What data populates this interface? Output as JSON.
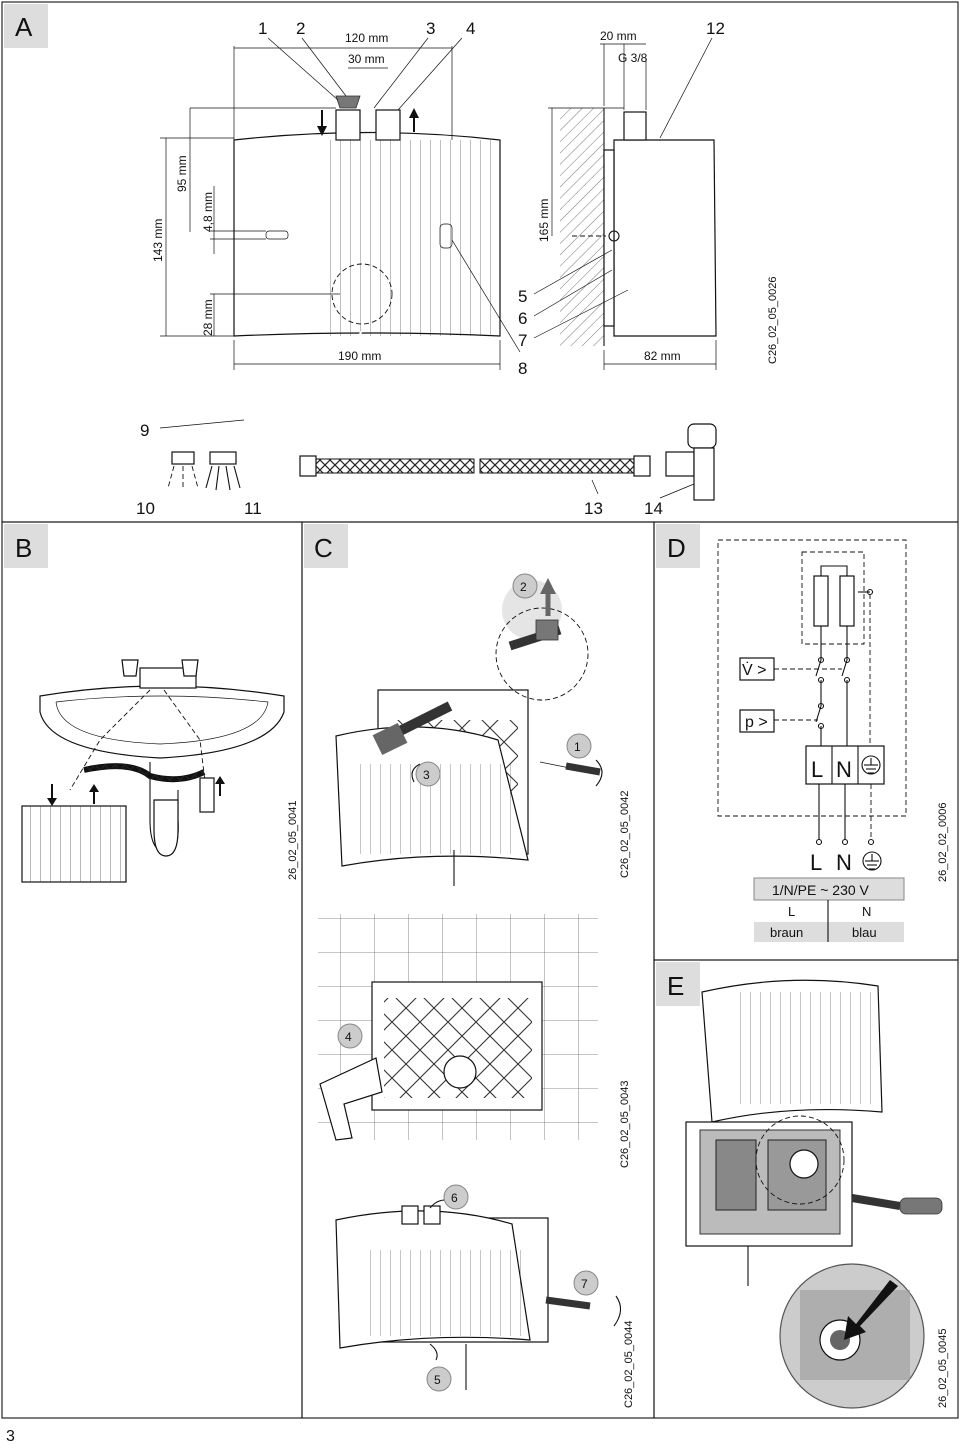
{
  "panels": {
    "A": "A",
    "B": "B",
    "C": "C",
    "D": "D",
    "E": "E"
  },
  "panel_a": {
    "callouts": [
      "1",
      "2",
      "3",
      "4",
      "5",
      "6",
      "7",
      "8",
      "9",
      "10",
      "11",
      "12",
      "13",
      "14"
    ],
    "dims": {
      "d120": "120 mm",
      "d30": "30 mm",
      "d95": "95 mm",
      "d143": "143 mm",
      "d48": "4,8 mm",
      "d28": "28 mm",
      "d190": "190 mm",
      "d20": "20 mm",
      "g38": "G 3/8",
      "d165": "165 mm",
      "d82": "82 mm"
    },
    "code": "C26_02_05_0026"
  },
  "panel_b": {
    "code": "26_02_05_0041"
  },
  "panel_c": {
    "steps": [
      "1",
      "2",
      "3",
      "4",
      "5",
      "6",
      "7"
    ],
    "codes": [
      "C26_02_05_0042",
      "C26_02_05_0043",
      "C26_02_05_0044"
    ]
  },
  "panel_d": {
    "flow": "V̇ >",
    "pressure": "p >",
    "terminal_l": "L",
    "terminal_n": "N",
    "supply_l": "L",
    "supply_n": "N",
    "voltage": "1/N/PE ~ 230 V",
    "col_l": "L",
    "col_n": "N",
    "wire_l": "braun",
    "wire_n": "blau",
    "code": "26_02_02_0006"
  },
  "panel_e": {
    "code": "26_02_05_0045"
  },
  "page_number": "3"
}
